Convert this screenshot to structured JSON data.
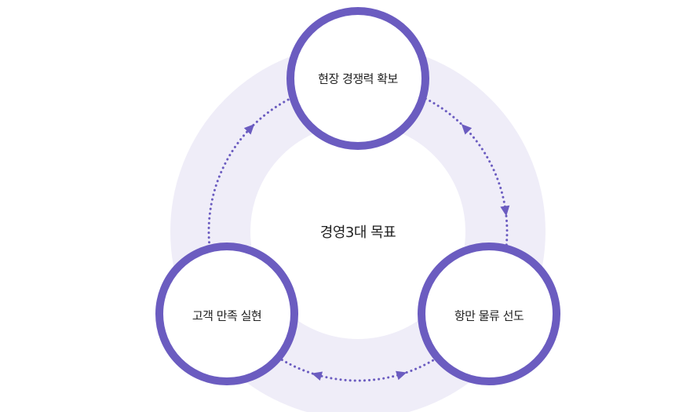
{
  "center_title": "경영3대 목표",
  "goals": [
    {
      "label": "현장 경쟁력 확보"
    },
    {
      "label": "항만 물류 선도"
    },
    {
      "label": "고객 만족 실현"
    }
  ],
  "colors": {
    "accent": "#6b5cc0",
    "ring": "#efedf8",
    "text": "#222222"
  }
}
